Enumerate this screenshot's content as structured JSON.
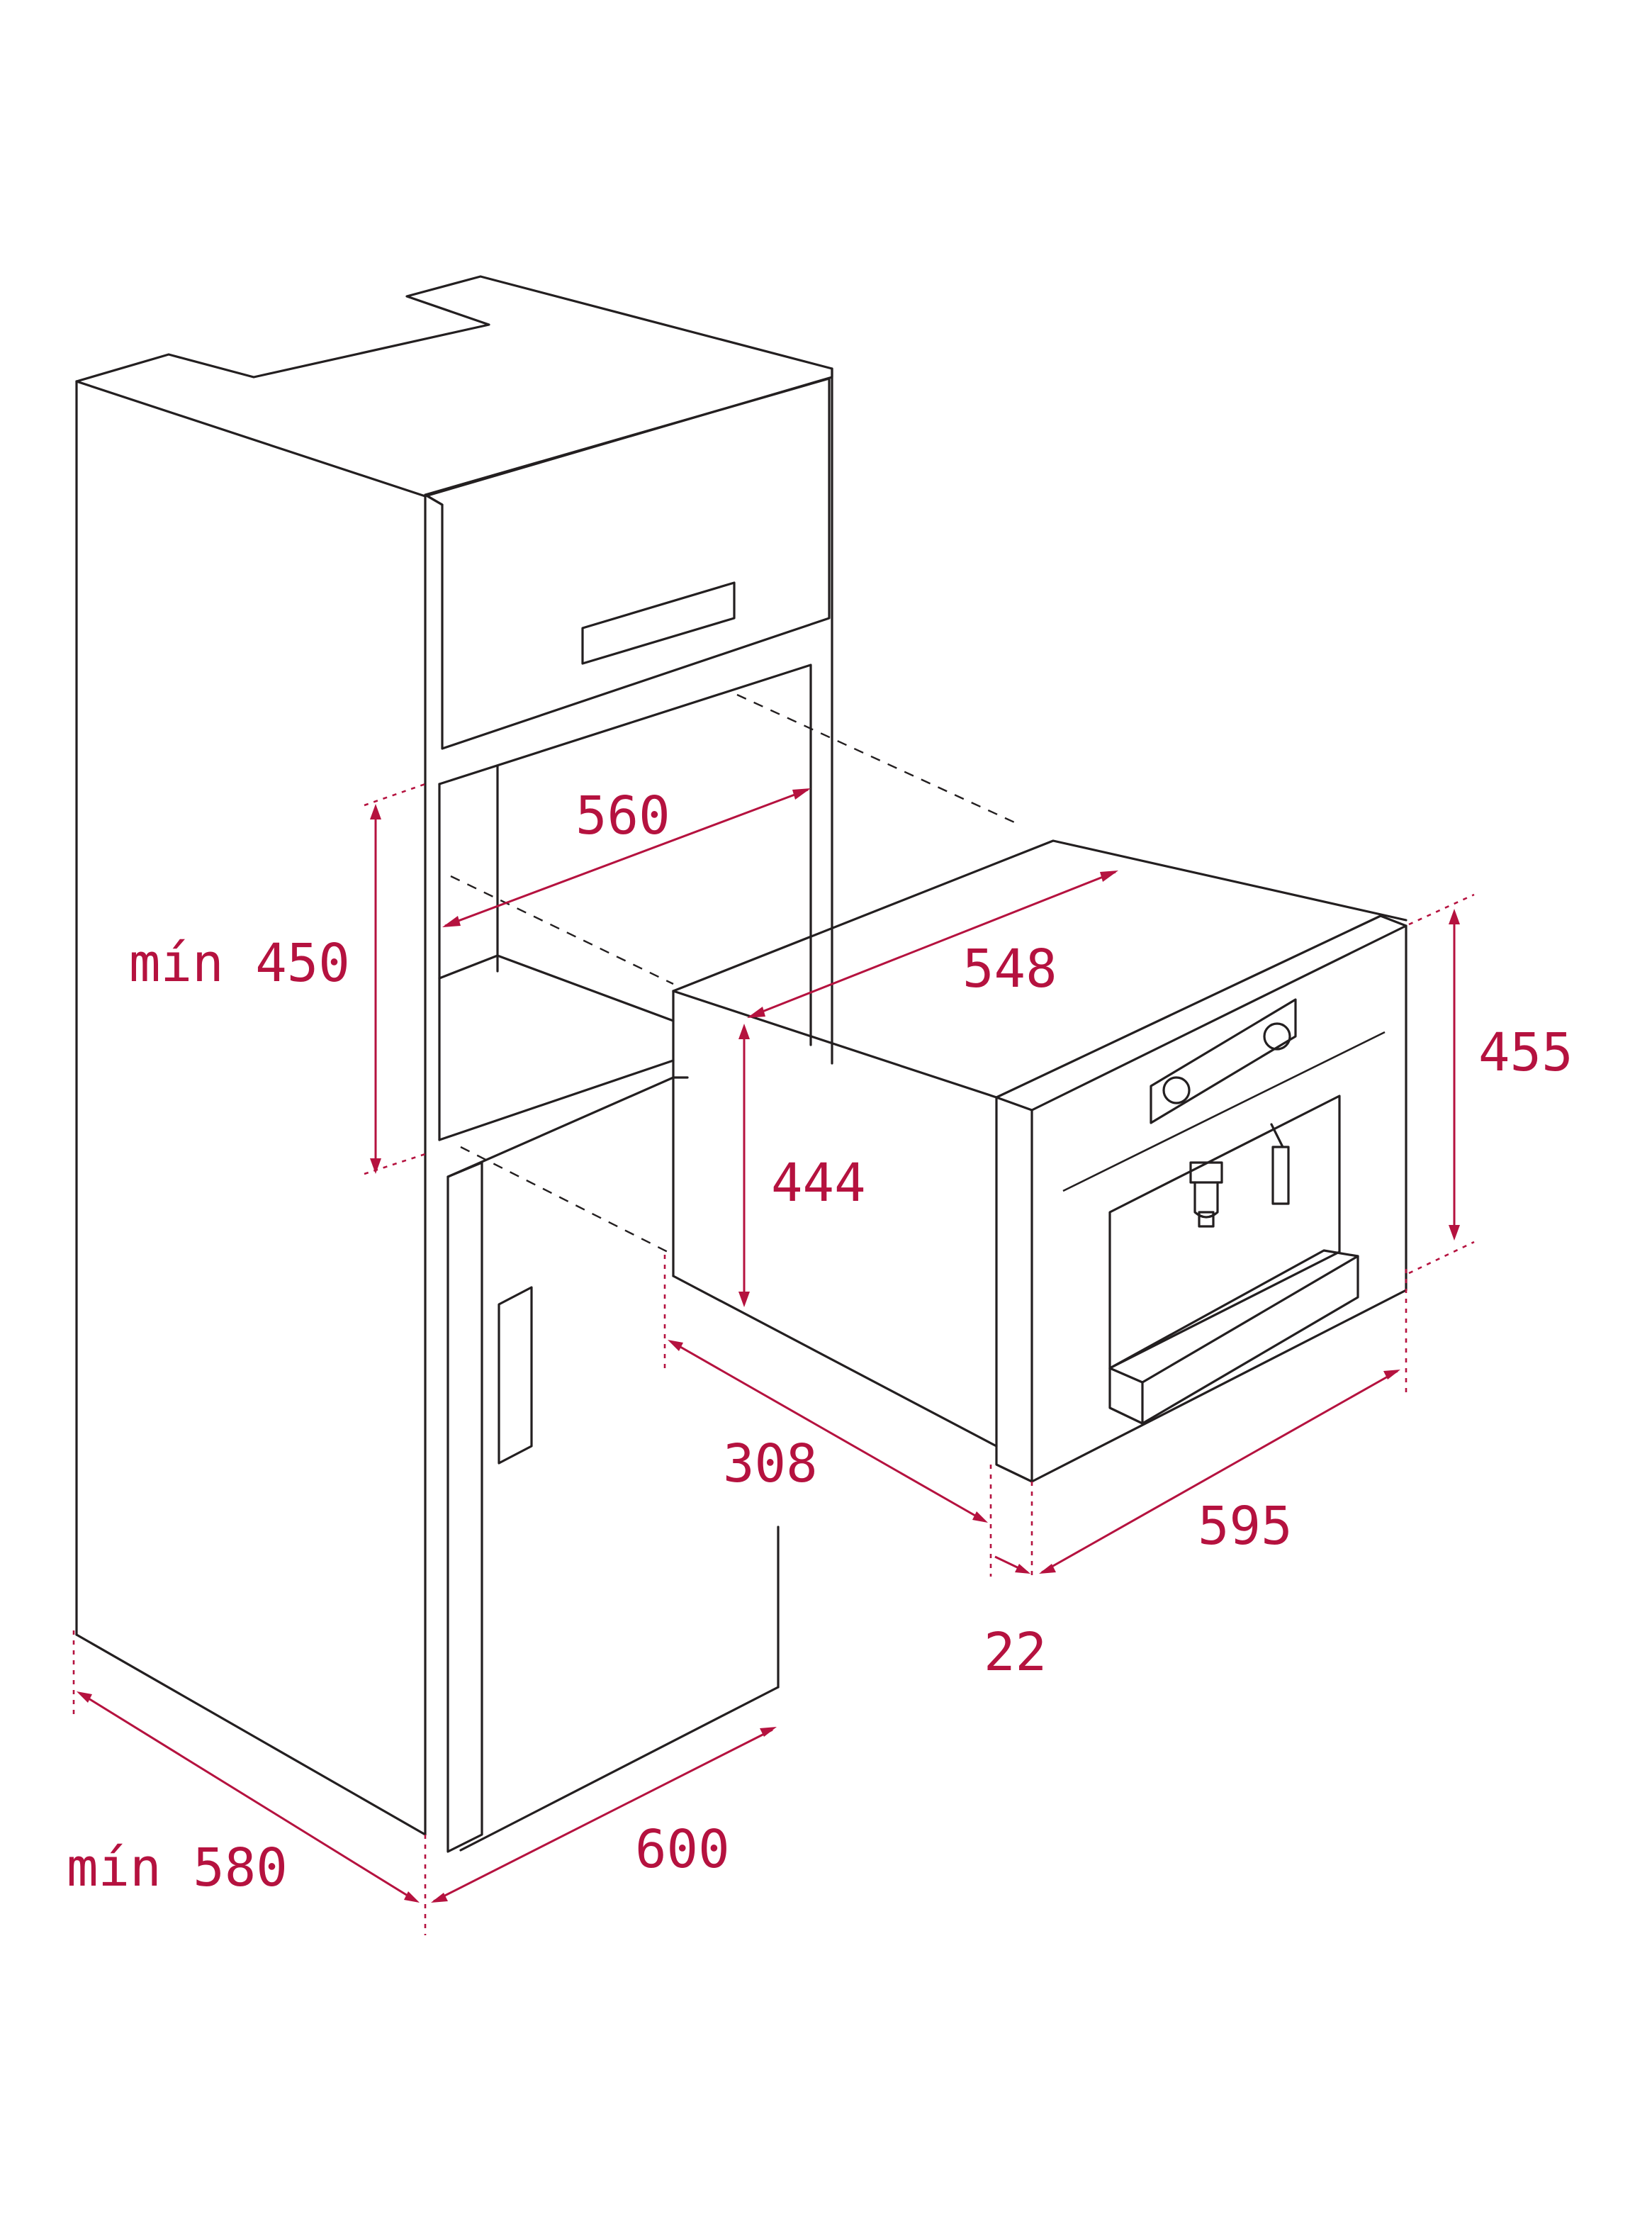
{
  "colors": {
    "outline": "#231f20",
    "dimension": "#b5123f",
    "background": "#ffffff"
  },
  "dimensions": {
    "min_450": "mín 450",
    "d560": "560",
    "d548": "548",
    "d455": "455",
    "d444": "444",
    "d308": "308",
    "d595": "595",
    "d22": "22",
    "min_580": "mín 580",
    "d600": "600"
  }
}
